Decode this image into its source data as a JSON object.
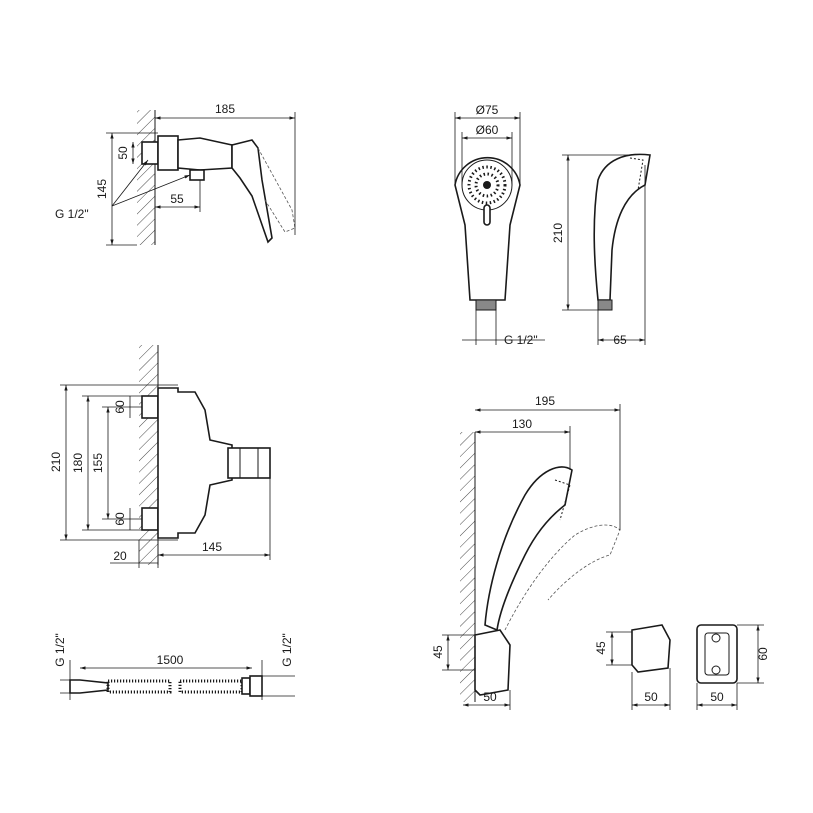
{
  "mixer_side": {
    "width": "185",
    "inlet_height": "50",
    "height": "145",
    "offset": "55",
    "thread": "G 1/2\""
  },
  "hand_shower_front": {
    "outer_diameter": "Ø75",
    "face_diameter": "Ø60",
    "thread": "G 1/2\""
  },
  "hand_shower_side": {
    "length": "210",
    "depth": "65"
  },
  "mixer_front": {
    "overall_height": "210",
    "outer_spacing": "180",
    "inner_spacing": "155",
    "top_inlet": "60",
    "bottom_inlet": "60",
    "wall_offset": "20",
    "depth": "145"
  },
  "hose": {
    "length": "1500",
    "thread_left": "G 1/2\"",
    "thread_right": "G 1/2\""
  },
  "installed_shower": {
    "reach": "195",
    "head_reach": "130",
    "holder_height": "45",
    "holder_depth": "50"
  },
  "holder_side": {
    "height": "45",
    "depth": "50"
  },
  "holder_front": {
    "height": "60",
    "width": "50"
  }
}
